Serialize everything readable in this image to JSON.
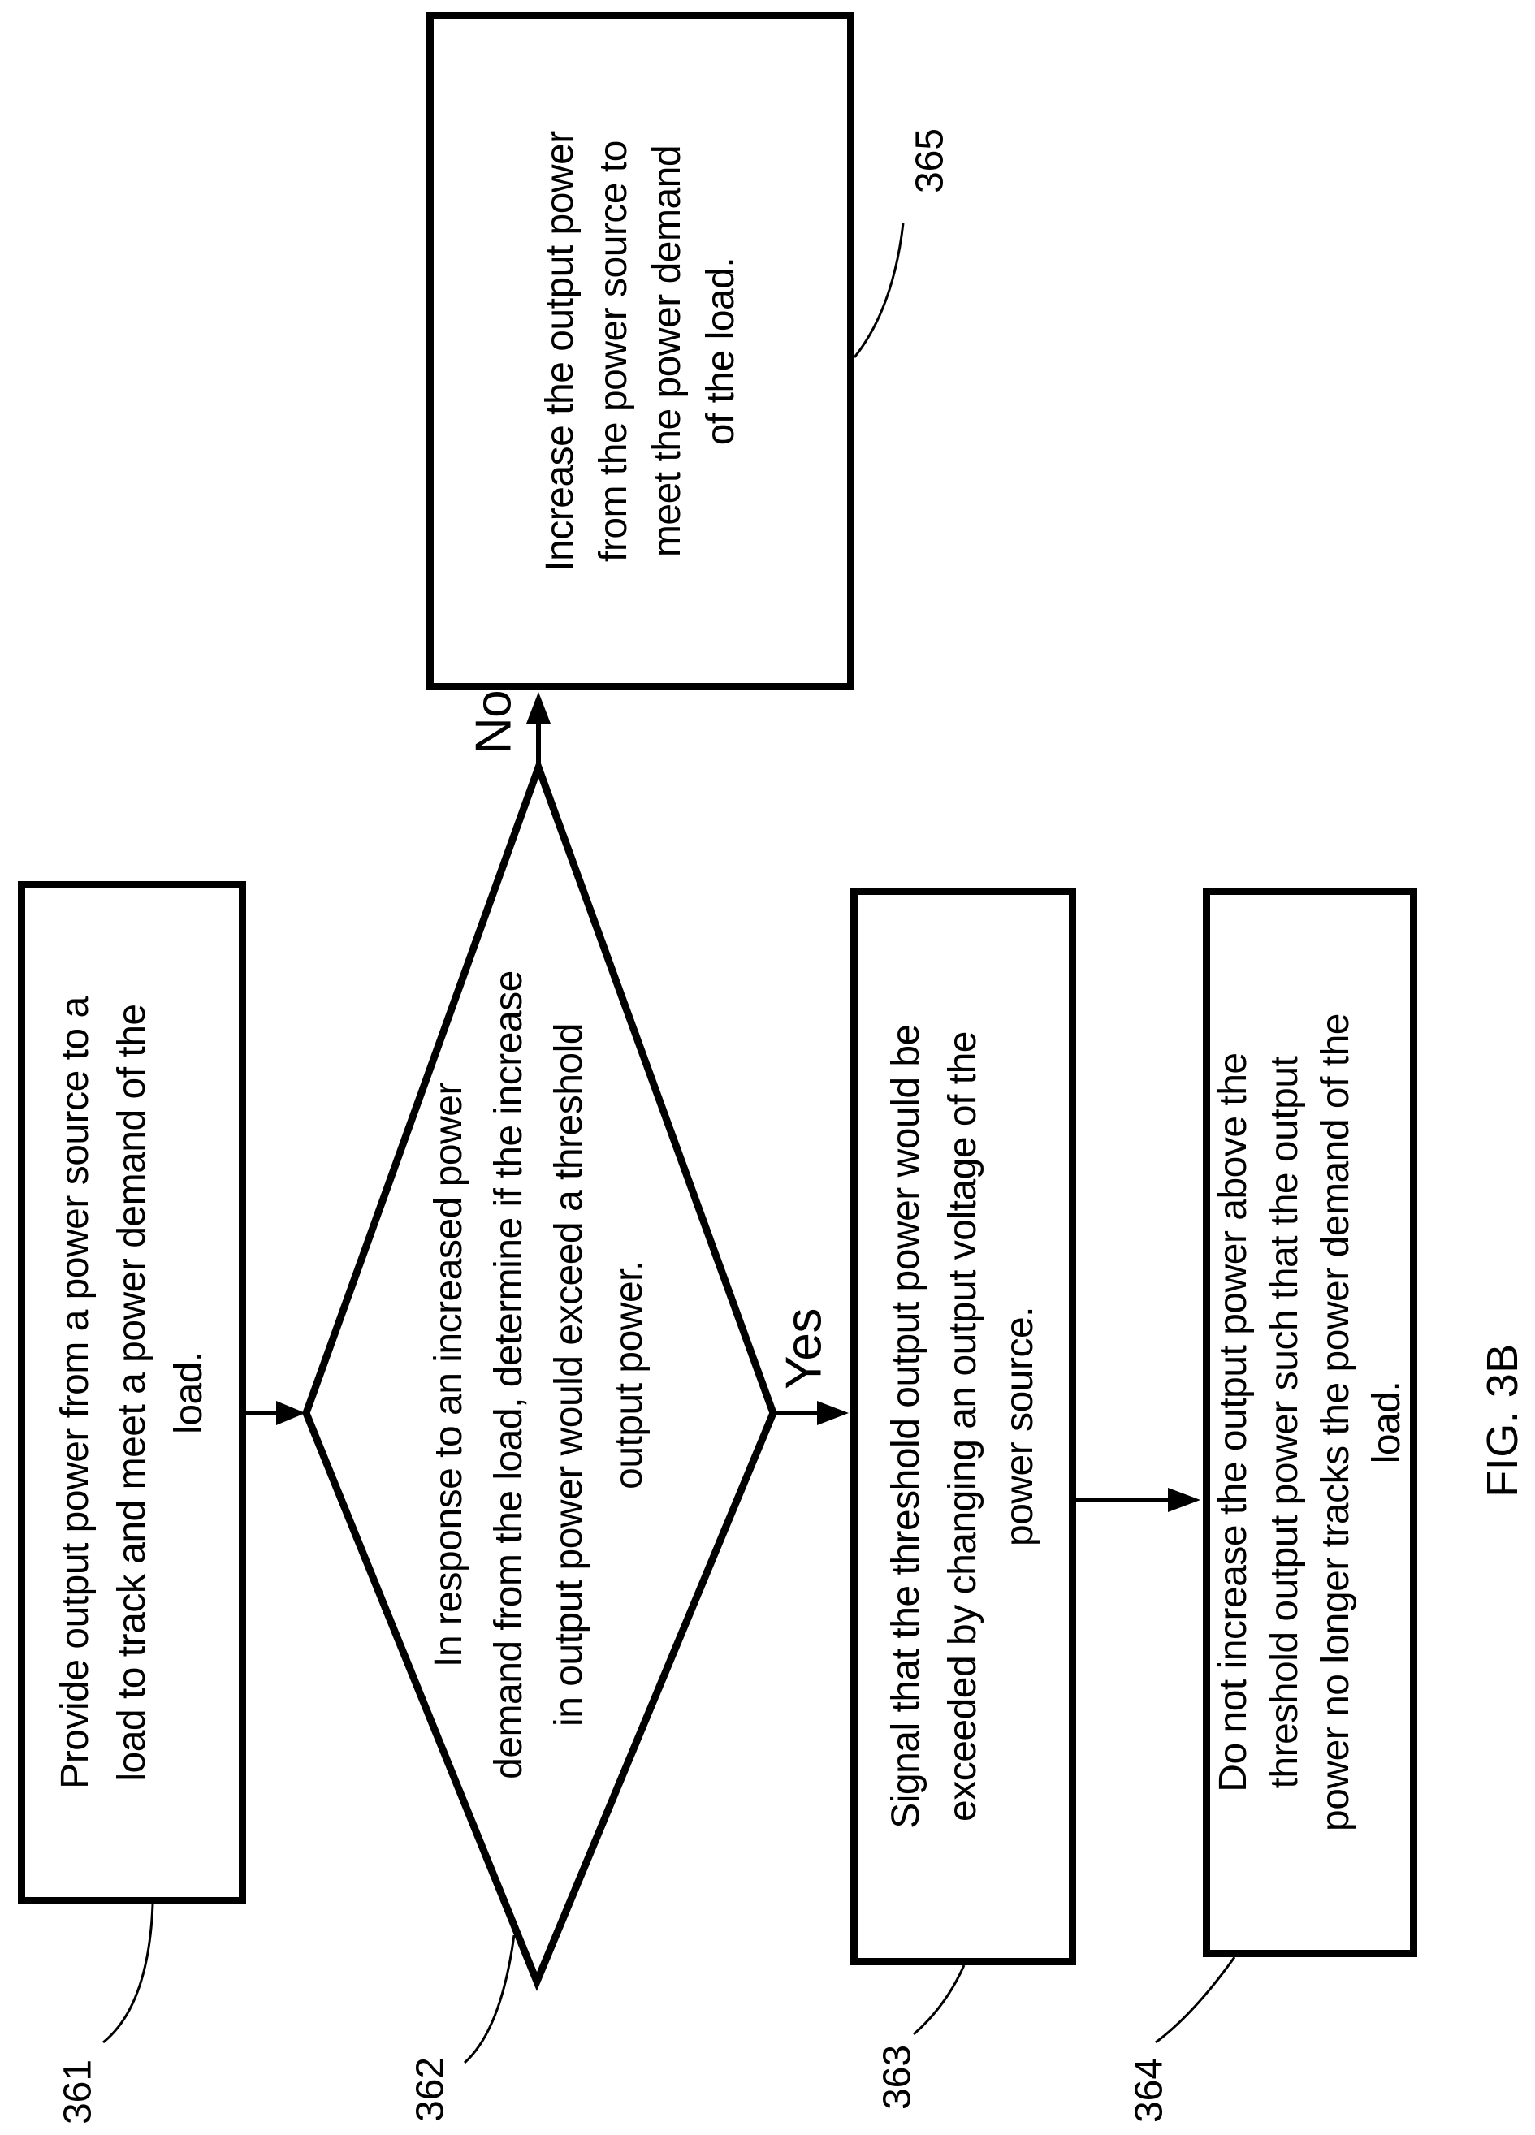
{
  "figure": {
    "caption": "FIG. 3B",
    "colors": {
      "ink": "#000000",
      "background": "#ffffff"
    },
    "labels": {
      "no": "No",
      "yes": "Yes"
    },
    "steps": {
      "step_361": {
        "ref": "361",
        "shape": "rectangle",
        "text": "Provide output power from a power source to a\nload to track and meet a power demand of the\nload."
      },
      "step_362": {
        "ref": "362",
        "shape": "diamond",
        "text": "In response to an increased power\ndemand from the load, determine if the increase\nin output power would exceed a threshold\noutput power."
      },
      "step_363": {
        "ref": "363",
        "shape": "rectangle",
        "text": "Signal that the threshold output power would be\nexceeded by changing an output voltage of the\npower source."
      },
      "step_364": {
        "ref": "364",
        "shape": "rectangle",
        "text": "Do not increase the output power above the\nthreshold output power such that the output\npower no longer tracks the power demand of the\nload."
      },
      "step_365": {
        "ref": "365",
        "shape": "rectangle",
        "text": "Increase the output power\nfrom the power source to\nmeet the power demand\nof the load."
      }
    }
  }
}
